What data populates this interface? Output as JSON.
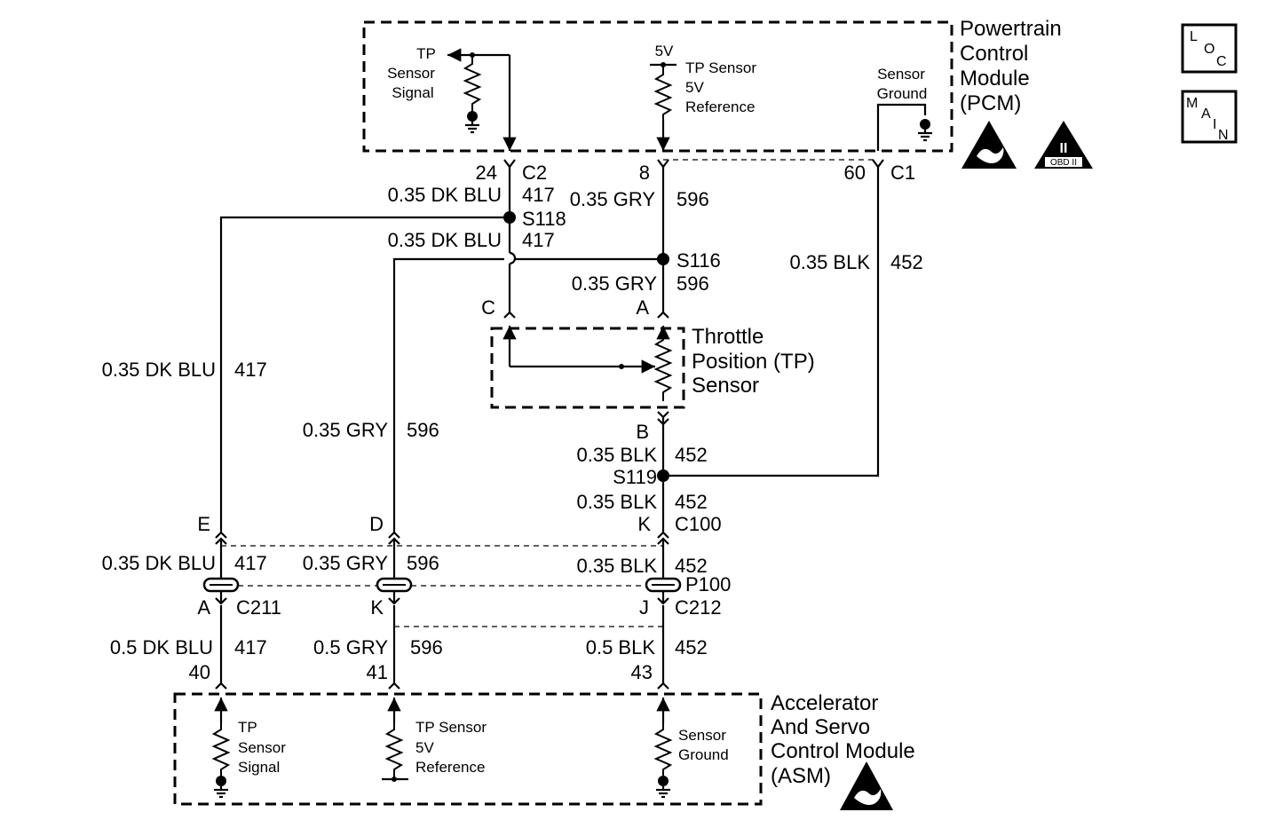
{
  "pcm": {
    "title": [
      "Powertrain",
      "Control",
      "Module",
      "(PCM)"
    ],
    "tp_sensor_signal": [
      "TP",
      "Sensor",
      "Signal"
    ],
    "five_v": "5V",
    "tp_sensor_5v_ref": [
      "TP Sensor",
      "5V",
      "Reference"
    ],
    "sensor_ground": [
      "Sensor",
      "Ground"
    ]
  },
  "pcm_pins": {
    "pin_24": "24",
    "conn_c2": "C2",
    "pin_8": "8",
    "pin_60": "60",
    "conn_c1": "C1"
  },
  "wires": {
    "dkblu_035": "0.35 DK BLU",
    "c417": "417",
    "gry_035": "0.35 GRY",
    "c596": "596",
    "blk_035": "0.35 BLK",
    "c452": "452",
    "dkblu_05": "0.5 DK BLU",
    "gry_05": "0.5 GRY",
    "blk_05": "0.5 BLK"
  },
  "splices": {
    "s118": "S118",
    "s116": "S116",
    "s119": "S119"
  },
  "tp_sensor": {
    "title": [
      "Throttle",
      "Position (TP)",
      "Sensor"
    ],
    "pin_c": "C",
    "pin_a": "A",
    "pin_b": "B"
  },
  "connectors": {
    "e": "E",
    "d": "D",
    "k_c100": "K",
    "c100": "C100",
    "p100": "P100",
    "a": "A",
    "c211": "C211",
    "k_c212": "K",
    "j": "J",
    "c212": "C212"
  },
  "asm_pins": {
    "p40": "40",
    "p41": "41",
    "p43": "43"
  },
  "asm": {
    "title": [
      "Accelerator",
      "And Servo",
      "Control Module",
      "(ASM)"
    ],
    "tp_sensor_signal": [
      "TP",
      "Sensor",
      "Signal"
    ],
    "tp_sensor_5v_ref": [
      "TP Sensor",
      "5V",
      "Reference"
    ],
    "sensor_ground": [
      "Sensor",
      "Ground"
    ]
  },
  "icons": {
    "loc": [
      "L",
      "O",
      "C"
    ],
    "main": [
      "M",
      "A",
      "I",
      "N"
    ],
    "obd": [
      "II",
      "OBD II"
    ]
  }
}
